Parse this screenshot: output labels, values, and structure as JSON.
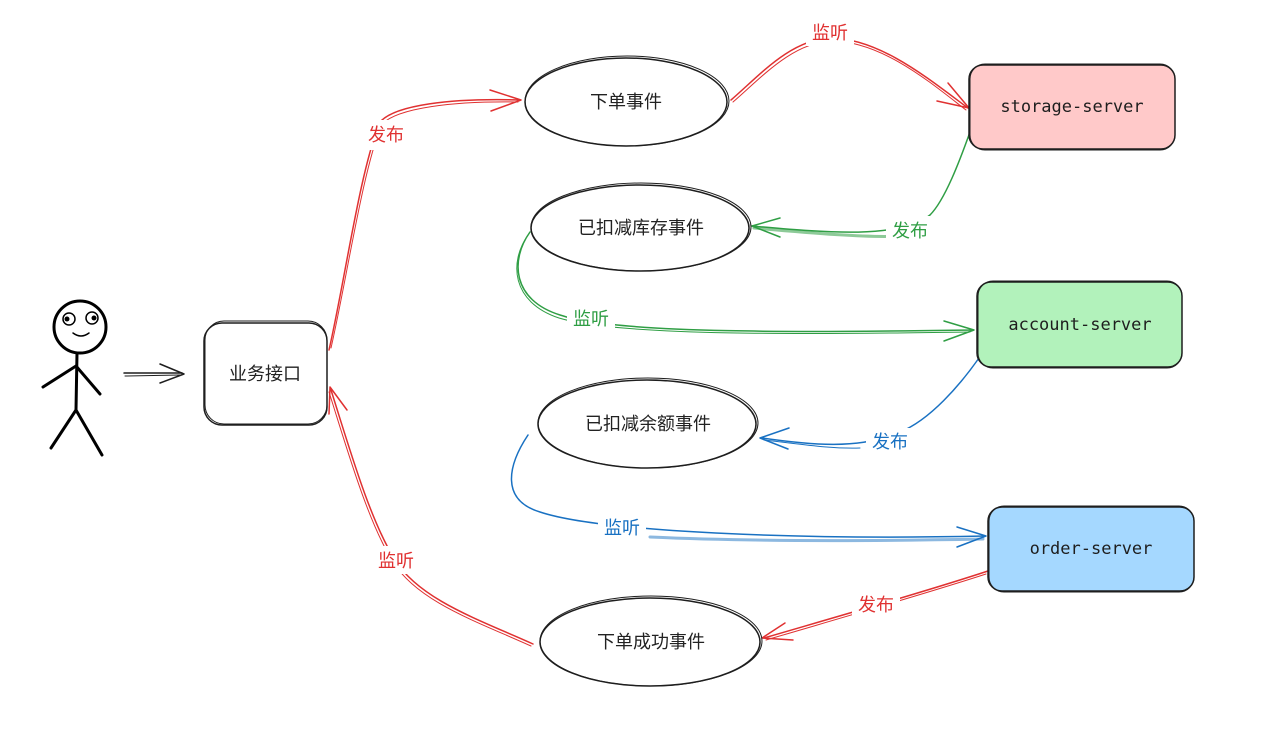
{
  "nodes": {
    "api": {
      "label": "业务接口"
    },
    "order_event": {
      "label": "下单事件"
    },
    "stock_deducted_event": {
      "label": "已扣减库存事件"
    },
    "balance_deducted_event": {
      "label": "已扣减余额事件"
    },
    "order_success_event": {
      "label": "下单成功事件"
    },
    "storage_server": {
      "label": "storage-server",
      "fill": "#ffc9c9"
    },
    "account_server": {
      "label": "account-server",
      "fill": "#b2f2bb"
    },
    "order_server": {
      "label": "order-server",
      "fill": "#a5d8ff"
    }
  },
  "edges": {
    "api_publish_order": {
      "label": "发布",
      "color": "#e03131"
    },
    "storage_listen_order": {
      "label": "监听",
      "color": "#e03131"
    },
    "storage_publish_stock": {
      "label": "发布",
      "color": "#2f9e44"
    },
    "account_listen_stock": {
      "label": "监听",
      "color": "#2f9e44"
    },
    "account_publish_balance": {
      "label": "发布",
      "color": "#1971c2"
    },
    "order_listen_balance": {
      "label": "监听",
      "color": "#1971c2"
    },
    "order_publish_success": {
      "label": "发布",
      "color": "#e03131"
    },
    "api_listen_success": {
      "label": "监听",
      "color": "#e03131"
    }
  },
  "icons": {
    "user": "stick-figure-user-icon"
  }
}
